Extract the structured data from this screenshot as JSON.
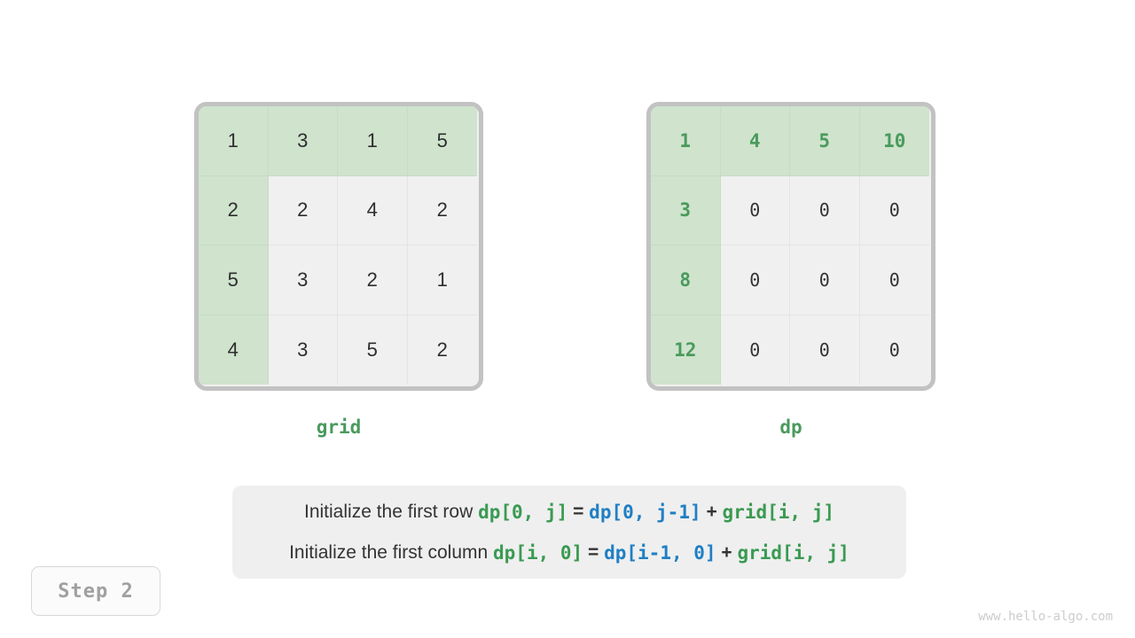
{
  "step_badge": {
    "label": "Step 2"
  },
  "watermark": {
    "text": "www.hello-algo.com"
  },
  "grid_panel": {
    "caption": "grid",
    "rows": [
      [
        "1",
        "3",
        "1",
        "5"
      ],
      [
        "2",
        "2",
        "4",
        "2"
      ],
      [
        "5",
        "3",
        "2",
        "1"
      ],
      [
        "4",
        "3",
        "5",
        "2"
      ]
    ],
    "highlight_first_row": true,
    "highlight_first_column": true,
    "colors": {
      "highlight_bg": "#cfe3cd",
      "cell_bg": "#f0f0f0",
      "border": "#c2c2c2",
      "text": "#2e2e2e"
    }
  },
  "dp_panel": {
    "caption": "dp",
    "rows": [
      [
        "1",
        "4",
        "5",
        "10"
      ],
      [
        "3",
        "0",
        "0",
        "0"
      ],
      [
        "8",
        "0",
        "0",
        "0"
      ],
      [
        "12",
        "0",
        "0",
        "0"
      ]
    ],
    "highlight_first_row": true,
    "highlight_first_column": true,
    "colors": {
      "highlight_bg": "#cfe3cd",
      "highlight_text": "#4a9a5c",
      "cell_bg": "#f0f0f0",
      "border": "#c2c2c2",
      "text": "#333333"
    }
  },
  "formula": {
    "line1": {
      "prefix": "Initialize the first row ",
      "lhs": "dp[0, j]",
      "eq": " = ",
      "rhs1": "dp[0, j-1]",
      "plus": " + ",
      "rhs2": "grid[i, j]"
    },
    "line2": {
      "prefix": "Initialize the first column ",
      "lhs": "dp[i, 0]",
      "eq": " = ",
      "rhs1": "dp[i-1, 0]",
      "plus": " + ",
      "rhs2": "grid[i, j]"
    },
    "colors": {
      "green": "#3a9a52",
      "blue": "#1f7fc4",
      "text": "#333333",
      "panel_bg": "#efefef"
    }
  }
}
